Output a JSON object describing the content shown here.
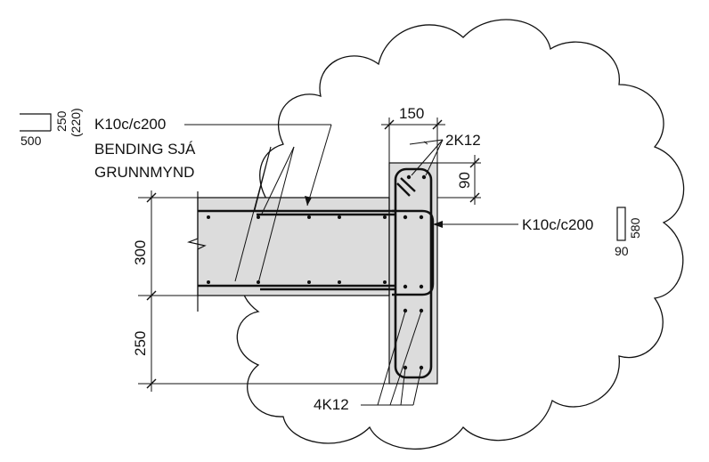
{
  "labels": {
    "top_left_bar": "K10c/c200",
    "bending_note_line1": "BENDING SJÁ",
    "bending_note_line2": "GRUNNMYND",
    "top_bars": "2K12",
    "right_stirrup": "K10c/c200",
    "bottom_bars": "4K12"
  },
  "dimensions": {
    "column_width": "150",
    "cover_right": "90",
    "slab_thickness": "300",
    "lower_depth": "250"
  },
  "shape_codes": {
    "left_shape_len": "500",
    "left_shape_h1": "250",
    "left_shape_h2": "(220)",
    "right_shape_h": "580",
    "right_shape_w": "90"
  },
  "colors": {
    "concrete": "#dcdcdc",
    "line": "#111111"
  }
}
